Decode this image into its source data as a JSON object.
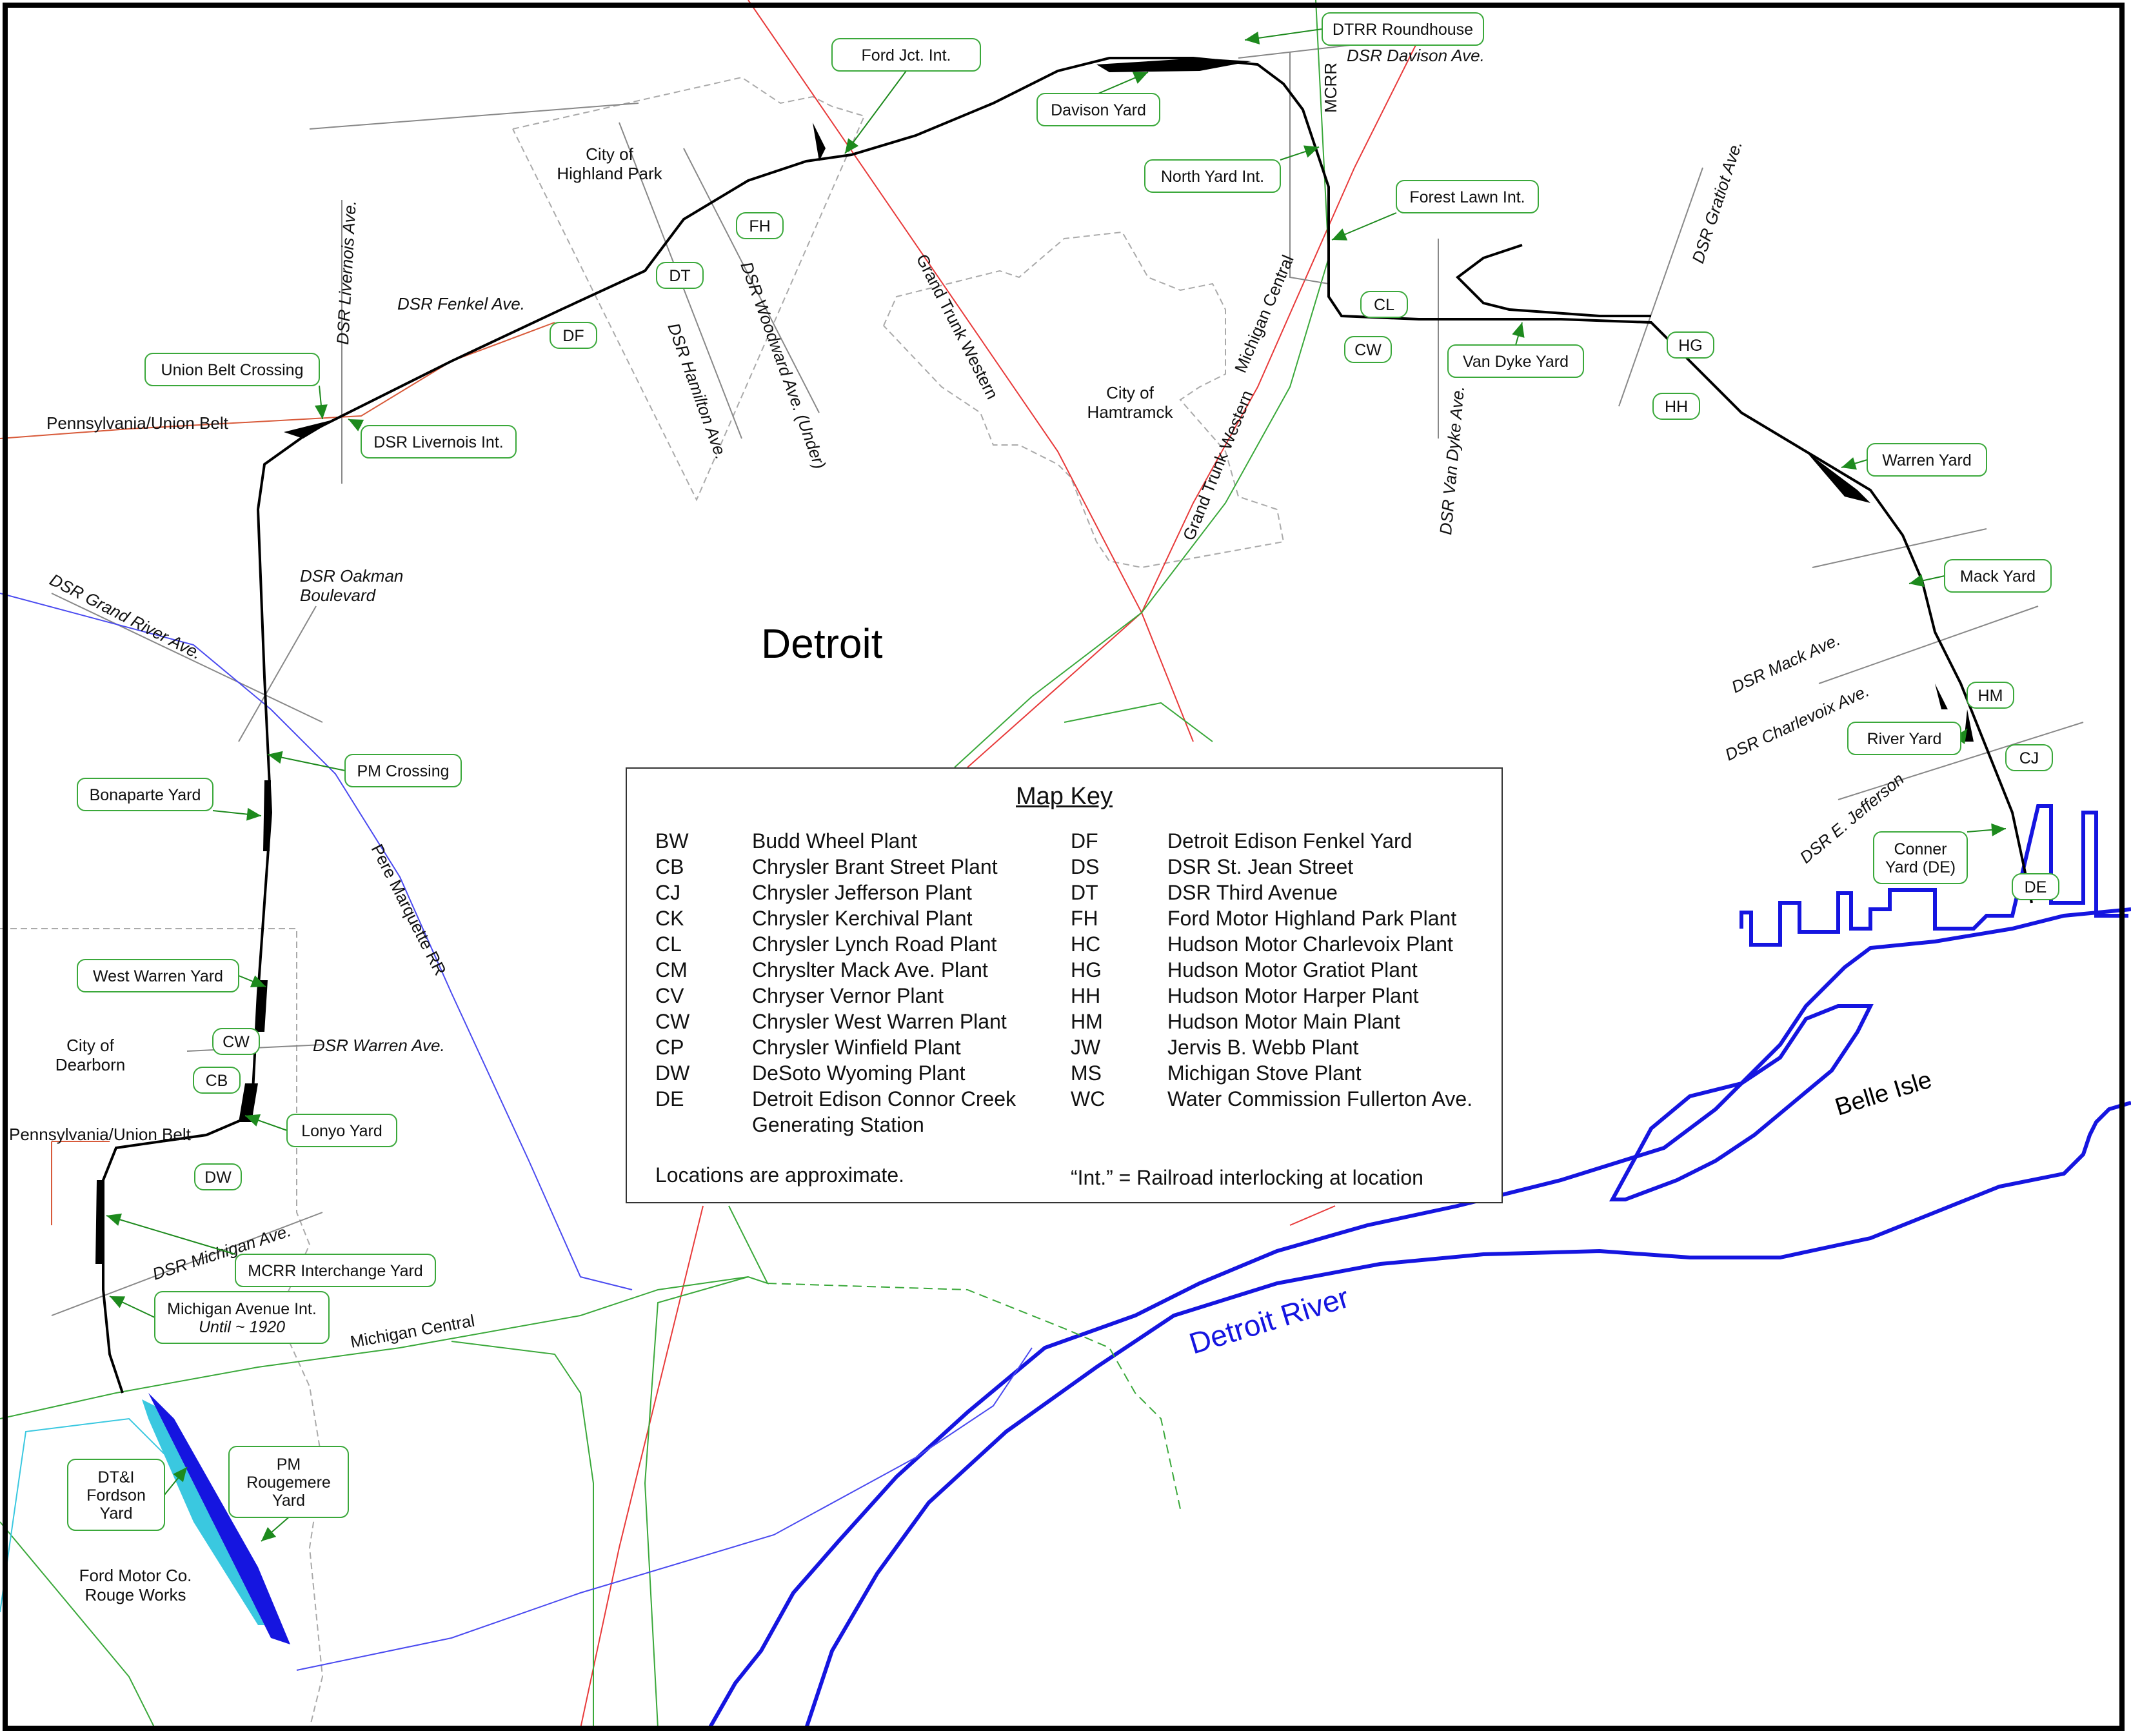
{
  "title": "Detroit",
  "water": [
    {
      "key": "river",
      "label": "Detroit River",
      "color": "#1515e0"
    },
    {
      "key": "island",
      "label": "Belle Isle"
    }
  ],
  "places": [
    {
      "key": "highland",
      "lines": [
        "City of",
        "Highland Park"
      ]
    },
    {
      "key": "hamtramck",
      "lines": [
        "City of",
        "Hamtramck"
      ]
    },
    {
      "key": "dearborn",
      "lines": [
        "City of",
        "Dearborn"
      ]
    },
    {
      "key": "rouge",
      "lines": [
        "Ford Motor Co.",
        "Rouge Works"
      ]
    }
  ],
  "railroads": [
    {
      "key": "gtw1",
      "label": "Grand Trunk Western",
      "color": "#e83a3a"
    },
    {
      "key": "gtw2",
      "label": "Grand Trunk Western",
      "color": "#e83a3a"
    },
    {
      "key": "mc1",
      "label": "Michigan Central",
      "color": "#3aa83a"
    },
    {
      "key": "mc2",
      "label": "Michigan Central",
      "color": "#3aa83a"
    },
    {
      "key": "pm",
      "label": "Pere Marquette RR",
      "color": "#4a4af0"
    },
    {
      "key": "pub1",
      "label": "Pennsylvania/Union Belt",
      "color": "#d85a3a"
    },
    {
      "key": "pub2",
      "label": "Pennsylvania/Union Belt",
      "color": "#d85a3a"
    },
    {
      "key": "mcrr",
      "label": "MCRR",
      "color": "#3aa83a"
    }
  ],
  "dsr_lines": [
    {
      "key": "livernois",
      "label": "DSR Livernois Ave."
    },
    {
      "key": "fenkel",
      "label": "DSR Fenkel Ave."
    },
    {
      "key": "hamilton",
      "label": "DSR Hamilton Ave."
    },
    {
      "key": "woodward",
      "label": "DSR Woodward Ave. (Under)"
    },
    {
      "key": "davison",
      "label": "DSR Davison Ave."
    },
    {
      "key": "gratiot",
      "label": "DSR Gratiot Ave."
    },
    {
      "key": "vandyke",
      "label": "DSR Van Dyke Ave."
    },
    {
      "key": "mack",
      "label": "DSR Mack Ave."
    },
    {
      "key": "charlevoix",
      "label": "DSR Charlevoix Ave."
    },
    {
      "key": "jefferson",
      "label": "DSR E. Jefferson"
    },
    {
      "key": "oakman",
      "lines": [
        "DSR Oakman",
        "Boulevard"
      ]
    },
    {
      "key": "grandriver",
      "label": "DSR Grand River Ave."
    },
    {
      "key": "warren",
      "label": "DSR Warren Ave."
    },
    {
      "key": "michigan",
      "label": "DSR Michigan Ave."
    }
  ],
  "callouts": [
    {
      "key": "ford_jct",
      "lines": [
        "Ford Jct. Int."
      ]
    },
    {
      "key": "dtrr",
      "lines": [
        "DTRR Roundhouse"
      ]
    },
    {
      "key": "davison_yard",
      "lines": [
        "Davison Yard"
      ]
    },
    {
      "key": "north_yard",
      "lines": [
        "North Yard Int."
      ]
    },
    {
      "key": "forest_lawn",
      "lines": [
        "Forest Lawn Int."
      ]
    },
    {
      "key": "van_dyke_yard",
      "lines": [
        "Van Dyke Yard"
      ]
    },
    {
      "key": "warren_yard",
      "lines": [
        "Warren Yard"
      ]
    },
    {
      "key": "mack_yard",
      "lines": [
        "Mack Yard"
      ]
    },
    {
      "key": "river_yard",
      "lines": [
        "River Yard"
      ]
    },
    {
      "key": "conner_yard",
      "lines": [
        "Conner",
        "Yard (DE)"
      ]
    },
    {
      "key": "union_belt",
      "lines": [
        "Union Belt Crossing"
      ]
    },
    {
      "key": "livernois_int",
      "lines": [
        "DSR Livernois Int."
      ]
    },
    {
      "key": "pm_crossing",
      "lines": [
        "PM Crossing"
      ]
    },
    {
      "key": "bonaparte",
      "lines": [
        "Bonaparte Yard"
      ]
    },
    {
      "key": "west_warren",
      "lines": [
        "West Warren Yard"
      ]
    },
    {
      "key": "lonyo",
      "lines": [
        "Lonyo Yard"
      ]
    },
    {
      "key": "mcrr_interchange",
      "lines": [
        "MCRR Interchange Yard"
      ]
    },
    {
      "key": "michigan_int",
      "lines": [
        "Michigan Avenue Int.",
        "Until ~ 1920"
      ]
    },
    {
      "key": "dti_fordson",
      "lines": [
        "DT&I",
        "Fordson",
        "Yard"
      ]
    },
    {
      "key": "pm_rougemere",
      "lines": [
        "PM",
        "Rougemere",
        "Yard"
      ]
    }
  ],
  "site_tags": [
    "FH",
    "DT",
    "DF",
    "CL",
    "CW",
    "HG",
    "HH",
    "HM",
    "CJ",
    "DE",
    "CW",
    "CB",
    "DW"
  ],
  "legend": {
    "title": "Map Key",
    "left": [
      {
        "code": "BW",
        "name": "Budd Wheel Plant"
      },
      {
        "code": "CB",
        "name": "Chrysler Brant Street Plant"
      },
      {
        "code": "CJ",
        "name": "Chrysler Jefferson Plant"
      },
      {
        "code": "CK",
        "name": "Chrysler Kerchival Plant"
      },
      {
        "code": "CL",
        "name": "Chrysler Lynch Road Plant"
      },
      {
        "code": "CM",
        "name": "Chryslter Mack Ave. Plant"
      },
      {
        "code": "CV",
        "name": "Chryser Vernor Plant"
      },
      {
        "code": "CW",
        "name": "Chrysler West Warren Plant"
      },
      {
        "code": "CP",
        "name": "Chrysler Winfield Plant"
      },
      {
        "code": "DW",
        "name": "DeSoto Wyoming Plant"
      },
      {
        "code": "DE",
        "name": "Detroit Edison Connor Creek",
        "name2": "Generating Station"
      }
    ],
    "right": [
      {
        "code": "DF",
        "name": "Detroit Edison Fenkel Yard"
      },
      {
        "code": "DS",
        "name": "DSR St. Jean Street"
      },
      {
        "code": "DT",
        "name": "DSR Third Avenue"
      },
      {
        "code": "FH",
        "name": "Ford Motor Highland Park Plant"
      },
      {
        "code": "HC",
        "name": "Hudson Motor Charlevoix Plant"
      },
      {
        "code": "HG",
        "name": "Hudson Motor Gratiot Plant"
      },
      {
        "code": "HH",
        "name": "Hudson Motor Harper Plant"
      },
      {
        "code": "HM",
        "name": "Hudson Motor Main Plant"
      },
      {
        "code": "JW",
        "name": "Jervis B. Webb Plant"
      },
      {
        "code": "MS",
        "name": "Michigan Stove Plant"
      },
      {
        "code": "WC",
        "name": "Water Commission Fullerton Ave."
      }
    ],
    "note_left": "Locations are approximate.",
    "note_right": "“Int.” = Railroad interlocking at location"
  }
}
